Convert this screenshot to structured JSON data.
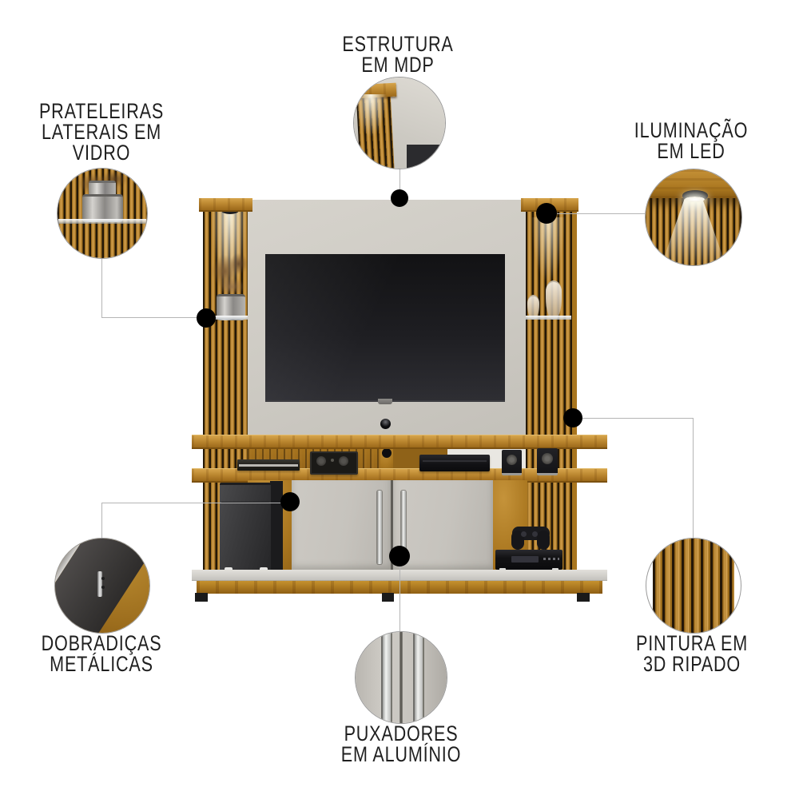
{
  "diagram": {
    "kind": "product-feature-callout-diagram",
    "background_color": "#ffffff",
    "leader_line_color": "#b5b5b5",
    "anchor_dot_color": "#000000",
    "label_text_color": "#1f1f1f"
  },
  "callouts": {
    "estrutura": {
      "lines": [
        "ESTRUTURA",
        "EM MDP"
      ]
    },
    "prateleiras": {
      "lines": [
        "PRATELEIRAS",
        "LATERAIS EM",
        "VIDRO"
      ]
    },
    "iluminacao": {
      "lines": [
        "ILUMINAÇÃO",
        "EM LED"
      ]
    },
    "dobradicas": {
      "lines": [
        "DOBRADIÇAS",
        "METÁLICAS"
      ]
    },
    "pintura": {
      "lines": [
        "PINTURA EM",
        "3D RIPADO"
      ]
    },
    "puxadores": {
      "lines": [
        "PUXADORES",
        "EM ALUMÍNIO"
      ]
    }
  },
  "palette": {
    "wood": "#b5812a",
    "wood_dark": "#24180a",
    "wood_light": "#d6a44b",
    "panel_gray": "#cdcac3",
    "door_gray": "#c6c3bd",
    "base_gray": "#d6d4cf",
    "tv_black": "#18181b",
    "device_black": "#1b1b1e"
  }
}
